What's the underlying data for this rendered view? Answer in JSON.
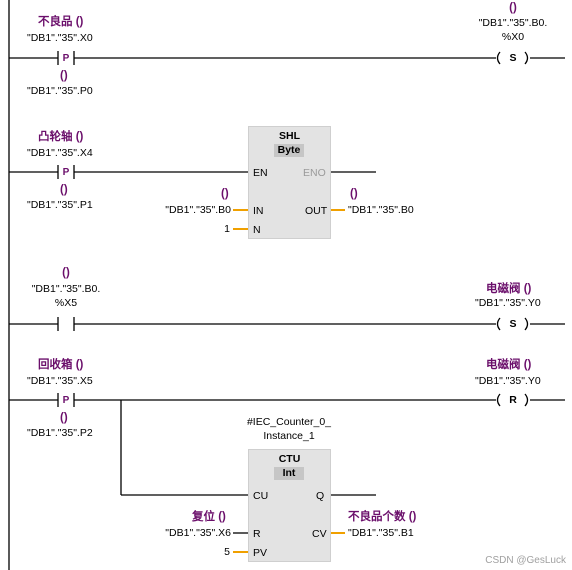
{
  "network1": {
    "contact_symbol": "不良品 ()",
    "contact_operand": "\"DB1\".\"35\".X0",
    "contact_type": "P",
    "edge_paren": "()",
    "edge_operand": "\"DB1\".\"35\".P0",
    "coil_paren": "()",
    "coil_operand_line1": "\"DB1\".\"35\".B0.",
    "coil_operand_line2": "%X0",
    "coil_type": "S"
  },
  "network2": {
    "contact_symbol": "凸轮轴 ()",
    "contact_operand": "\"DB1\".\"35\".X4",
    "contact_type": "P",
    "edge_paren": "()",
    "edge_operand": "\"DB1\".\"35\".P1",
    "box_title": "SHL",
    "box_type": "Byte",
    "pin_en": "EN",
    "pin_eno": "ENO",
    "pin_in": "IN",
    "pin_n": "N",
    "pin_out": "OUT",
    "in_paren": "()",
    "in_operand": "\"DB1\".\"35\".B0",
    "n_value": "1",
    "out_paren": "()",
    "out_operand": "\"DB1\".\"35\".B0"
  },
  "network3": {
    "contact_paren": "()",
    "contact_operand_line1": "\"DB1\".\"35\".B0.",
    "contact_operand_line2": "%X5",
    "coil_symbol": "电磁阀 ()",
    "coil_operand": "\"DB1\".\"35\".Y0",
    "coil_type": "S"
  },
  "network4": {
    "contact_symbol": "回收箱 ()",
    "contact_operand": "\"DB1\".\"35\".X5",
    "contact_type": "P",
    "edge_paren": "()",
    "edge_operand": "\"DB1\".\"35\".P2",
    "coil_symbol": "电磁阀 ()",
    "coil_operand": "\"DB1\".\"35\".Y0",
    "coil_type": "R",
    "instance_line1": "#IEC_Counter_0_",
    "instance_line2": "Instance_1",
    "box_title": "CTU",
    "box_type": "Int",
    "pin_cu": "CU",
    "pin_q": "Q",
    "pin_r": "R",
    "pin_cv": "CV",
    "pin_pv": "PV",
    "r_symbol": "复位 ()",
    "r_operand": "\"DB1\".\"35\".X6",
    "pv_value": "5",
    "cv_symbol": "不良品个数 ()",
    "cv_operand": "\"DB1\".\"35\".B1"
  },
  "watermark": "CSDN @GesLuck",
  "colors": {
    "wire": "#000000",
    "symbol": "#6b0f6b",
    "box_fill": "#e3e3e3",
    "badge_fill": "#c6c6c6",
    "pin_stub": "#f0a000",
    "disabled_text": "#9a9a9a"
  }
}
